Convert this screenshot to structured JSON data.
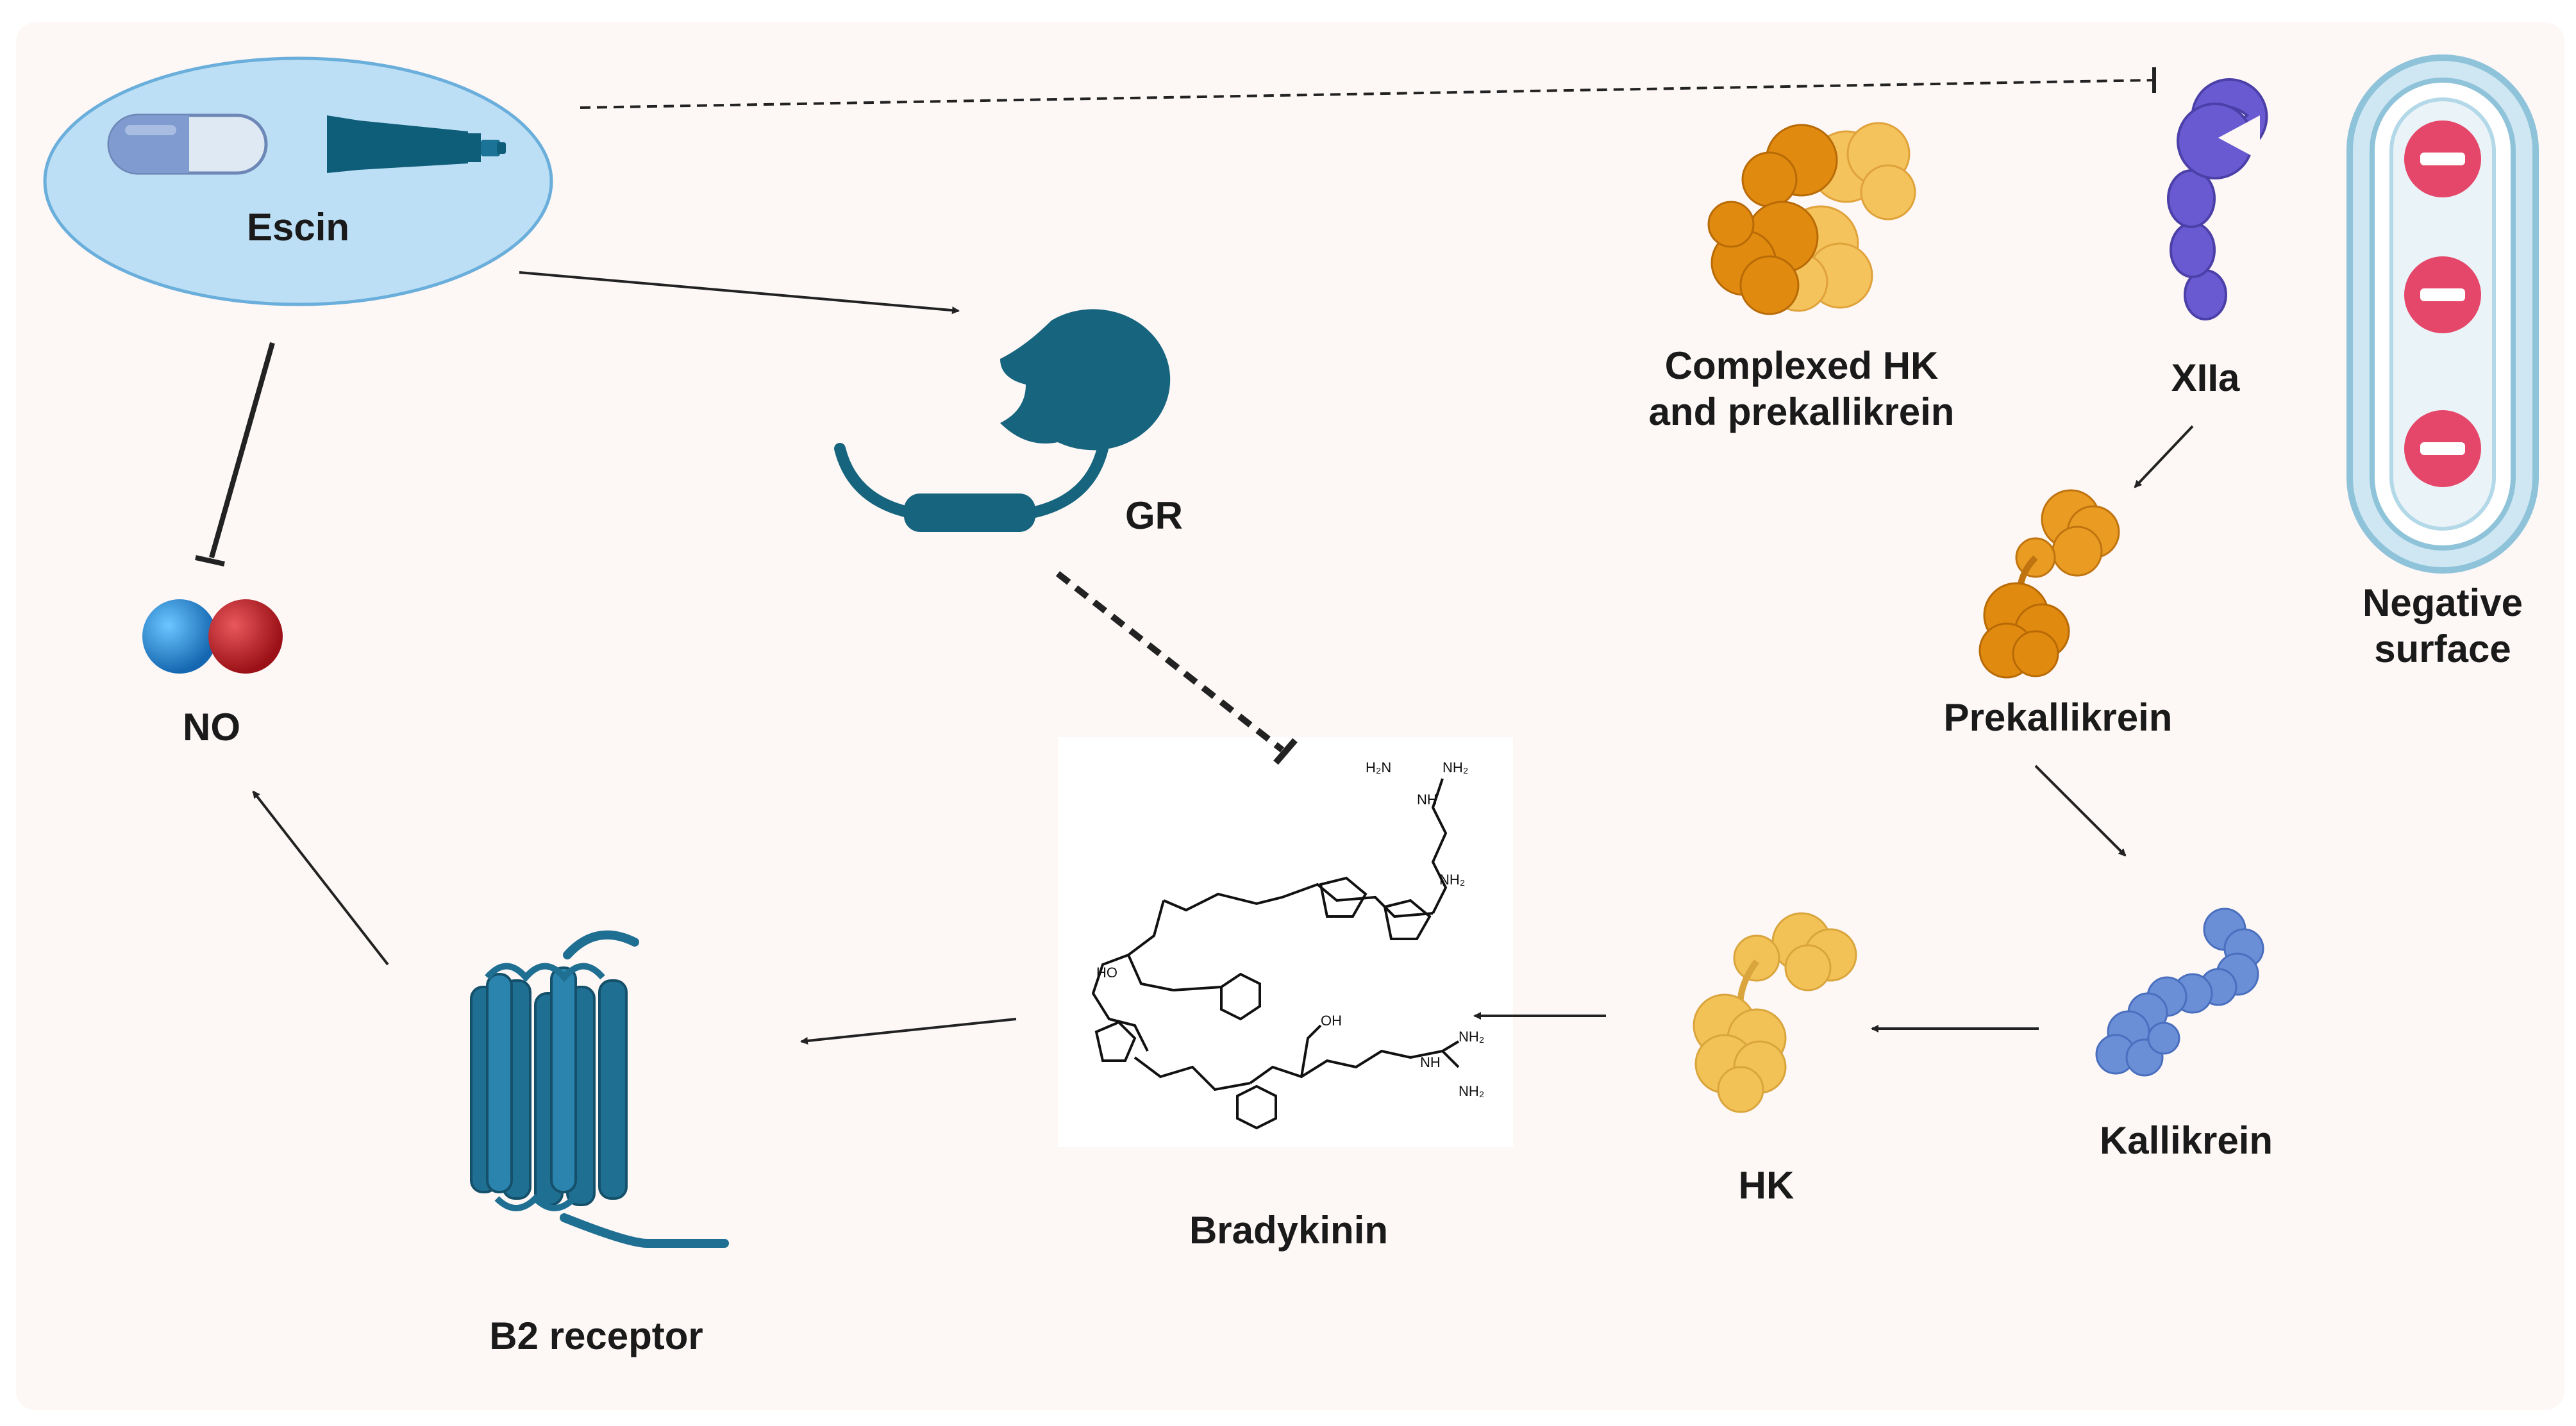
{
  "diagram": {
    "labels": {
      "escin": "Escin",
      "gr": "GR",
      "no": "NO",
      "bradykinin": "Bradykinin",
      "b2_receptor": "B2 receptor",
      "complexed_hk": "Complexed HK and prekallikrein",
      "xiia": "XIIa",
      "prekallikrein": "Prekallikrein",
      "kallikrein": "Kallikrein",
      "hk": "HK",
      "negative_surface": "Negative surface"
    },
    "molecule_labels": {
      "h2n_top": "H₂N",
      "nh_top": "NH",
      "nh2_top": "NH₂",
      "nh2_mid": "NH₂",
      "ho": "HO",
      "cooh": "OH",
      "nh": "NH",
      "nh2_bot": "NH₂",
      "nh_bot": "NH₂"
    },
    "colors": {
      "background": "#fdf7f6",
      "escin_ellipse": "#bcdff5",
      "gr_protein": "#16647d",
      "no_blue": "#1b8ad0",
      "no_red": "#c21c22",
      "receptor": "#1f6f92",
      "complex_orange_dark": "#e08a10",
      "complex_orange_light": "#f5c35c",
      "xiia_purple": "#6a5ad2",
      "kallikrein_blue": "#6b8fd6",
      "hk_yellow": "#f3c257",
      "negative_red": "#e5476a",
      "membrane": "#8ec3da"
    }
  }
}
